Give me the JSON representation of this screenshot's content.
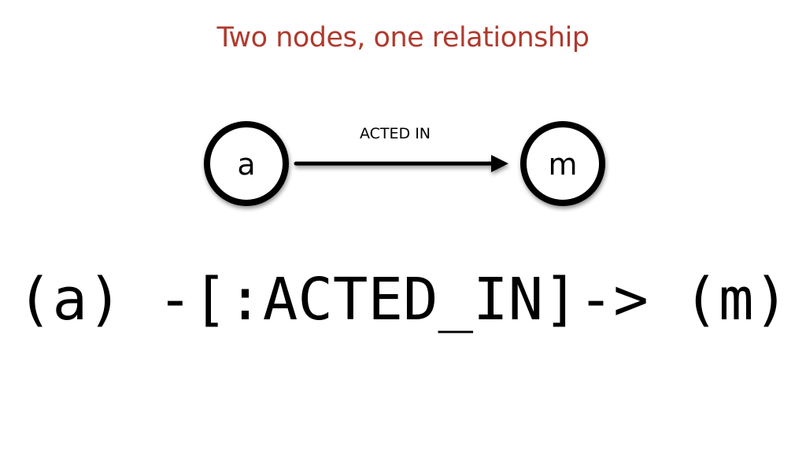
{
  "slide": {
    "title": "Two nodes, one relationship",
    "title_color": "#b03a2e"
  },
  "graph": {
    "source_node": {
      "label": "a"
    },
    "target_node": {
      "label": "m"
    },
    "relationship": {
      "label": "ACTED IN",
      "direction": "source-to-target"
    }
  },
  "cypher_pattern": "(a) -[:ACTED_IN]-> (m)"
}
